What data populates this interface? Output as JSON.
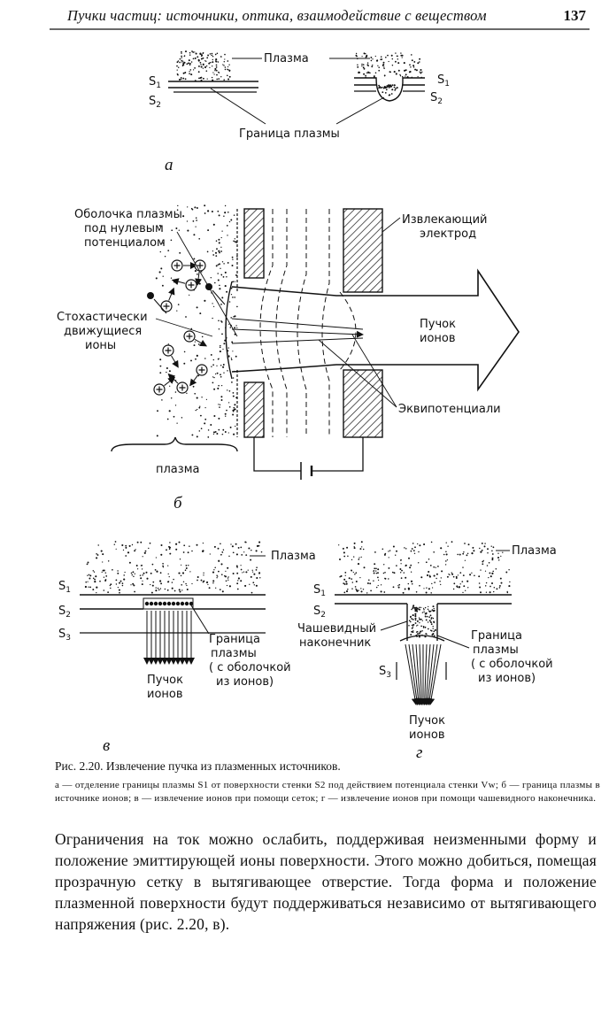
{
  "header": {
    "running_title": "Пучки частиц: источники, оптика, взаимодействие с веществом",
    "page_number": "137"
  },
  "figure": {
    "a": {
      "plasma_left": "Плазма",
      "plasma_right": "Плазма",
      "s1": "S1",
      "s2": "S2",
      "boundary": "Граница плазмы",
      "sublabel": "а"
    },
    "b": {
      "sheath_line1": "Оболочка плазмы",
      "sheath_line2": "под нулевым",
      "sheath_line3": "потенциалом",
      "electrode_line1": "Извлекающий",
      "electrode_line2": "электрод",
      "stochastic_line1": "Стохастически",
      "stochastic_line2": "движущиеся",
      "stochastic_line3": "ионы",
      "beam_line1": "Пучок",
      "beam_line2": "ионов",
      "equipotentials": "Эквипотенциали",
      "plasma": "плазма",
      "sublabel": "б"
    },
    "c": {
      "plasma": "Плазма",
      "s1": "S1",
      "s2": "S2",
      "s3": "S3",
      "boundary_line1": "Граница",
      "boundary_line2": "плазмы",
      "boundary_line3": "( с оболочкой",
      "boundary_line4": "из ионов)",
      "beam_line1": "Пучок",
      "beam_line2": "ионов",
      "sublabel": "в"
    },
    "d": {
      "plasma": "Плазма",
      "s1": "S1",
      "s2": "S2",
      "s3": "S3",
      "nozzle_line1": "Чашевидный",
      "nozzle_line2": "наконечник",
      "boundary_line1": "Граница",
      "boundary_line2": "плазмы",
      "boundary_line3": "( с оболочкой",
      "boundary_line4": "из ионов)",
      "beam_line1": "Пучок",
      "beam_line2": "ионов",
      "sublabel": "г"
    }
  },
  "caption": {
    "title": "Рис. 2.20. Извлечение пучка из плазменных источников.",
    "text": "а — отделение границы плазмы S1 от поверхности стенки S2 под действием потенциала стенки Vw; б — граница плазмы в источнике ионов; в — извлечение ионов при помощи сеток; г — извлечение ионов при помощи чашевидного наконечника."
  },
  "body_text": "Ограничения на ток можно ослабить, поддерживая неизменными форму и положение эмиттирующей ионы поверхности. Этого можно добиться, помещая прозрачную сетку в вытягивающее отверстие. Тогда форма и положение плазменной поверхности будут поддерживаться независимо от вытягивающего напряжения (рис. 2.20, в)."
}
